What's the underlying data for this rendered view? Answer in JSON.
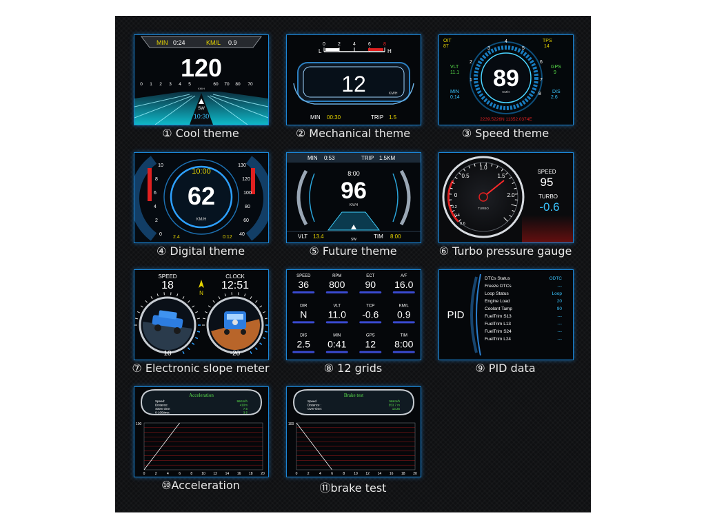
{
  "captions": [
    "① Cool theme",
    "② Mechanical theme",
    "③ Speed theme",
    "④ Digital theme",
    "⑤ Future theme",
    "⑥ Turbo pressure gauge",
    "⑦ Electronic slope meter",
    "⑧ 12 grids",
    "⑨ PID data",
    "⑩Acceleration",
    "⑪brake test"
  ],
  "cool": {
    "min_label": "MIN",
    "min_value": "0:24",
    "kml_label": "KM/L",
    "kml_value": "0.9",
    "speed": "120",
    "scale": [
      "0",
      "1",
      "2",
      "3",
      "4",
      "5",
      "60",
      "70",
      "80",
      "70"
    ],
    "unit": "KM/H",
    "dir": "SW",
    "time": "10:30"
  },
  "mech": {
    "ticks": [
      "0",
      "2",
      "4",
      "6",
      "8"
    ],
    "L": "L",
    "H": "H",
    "speed": "12",
    "unit": "KM/H",
    "min_label": "MIN",
    "min_value": "00:30",
    "trip_label": "TRIP",
    "trip_value": "1.5"
  },
  "speedtheme": {
    "oit_label": "OIT",
    "oit_value": "87",
    "tps_label": "TPS",
    "tps_value": "14",
    "vlt_label": "VLT",
    "vlt_value": "11.1",
    "gps_label": "GPS",
    "gps_value": "9",
    "min_label": "MIN",
    "min_value": "0:14",
    "dis_label": "DIS",
    "dis_value": "2.6",
    "speed": "89",
    "unit": "KM/H",
    "coords": "2239.5226N  11352.0374E",
    "ring": [
      "3",
      "4",
      "5",
      "6",
      "2",
      "7",
      "1",
      "8"
    ]
  },
  "digital": {
    "time": "10:00",
    "speed": "62",
    "unit": "KM/H",
    "left_scale": [
      "10",
      "8",
      "6",
      "4",
      "2",
      "0"
    ],
    "right_scale": [
      "130",
      "120",
      "100",
      "80",
      "60",
      "40"
    ],
    "bottom_left": "2.4",
    "bottom_right": "0:12"
  },
  "future": {
    "min_label": "MIN",
    "min_value": "0:53",
    "trip_label": "TRIP",
    "trip_value": "1.5KM",
    "time": "8:00",
    "speed": "96",
    "unit": "KM/H",
    "vlt_label": "VLT",
    "vlt_value": "13.4",
    "tim_label": "TIM",
    "tim_value": "8:00",
    "dir": "SW"
  },
  "turbo": {
    "scale": [
      "1.0",
      "0.5",
      "1.5",
      "2.0",
      "0",
      "0.2",
      "0.4",
      "0.6"
    ],
    "gauge_label": "TURBO",
    "speed_label": "SPEED",
    "speed_value": "95",
    "turbo_label": "TURBO",
    "turbo_value": "-0.6"
  },
  "slope": {
    "speed_label": "SPEED",
    "speed_value": "18",
    "clock_label": "CLOCK",
    "clock_value": "12:51",
    "compass": "N",
    "left_angle": "10",
    "right_angle": "-20"
  },
  "grids": [
    {
      "label": "SPEED",
      "value": "36"
    },
    {
      "label": "RPM",
      "value": "800"
    },
    {
      "label": "ECT",
      "value": "90"
    },
    {
      "label": "A/F",
      "value": "16.0"
    },
    {
      "label": "DIR",
      "value": "N"
    },
    {
      "label": "VLT",
      "value": "11.0"
    },
    {
      "label": "TCP",
      "value": "-0.6"
    },
    {
      "label": "KM/L",
      "value": "0.9"
    },
    {
      "label": "DIS",
      "value": "2.5"
    },
    {
      "label": "MIN",
      "value": "0:41"
    },
    {
      "label": "GPS",
      "value": "12"
    },
    {
      "label": "TIM",
      "value": "8:00"
    }
  ],
  "pid": {
    "title": "PID",
    "rows": [
      {
        "name": "DTCs Status",
        "value": "ODTC"
      },
      {
        "name": "Freeze DTCs",
        "value": "---"
      },
      {
        "name": "Loop Status",
        "value": "Loop"
      },
      {
        "name": "Engine Load",
        "value": "20"
      },
      {
        "name": "Coolant Tamp",
        "value": "90"
      },
      {
        "name": "FuelTrim S13",
        "value": "---"
      },
      {
        "name": "FuelTrim L13",
        "value": "---"
      },
      {
        "name": "FuelTrim S24",
        "value": "---"
      },
      {
        "name": "FuelTrim L24",
        "value": "---"
      }
    ]
  },
  "accel": {
    "title": "Acceleration",
    "rows": [
      {
        "name": "Speed:",
        "value": "96Km/h"
      },
      {
        "name": "Distance:",
        "value": "410m"
      },
      {
        "name": "400m time:",
        "value": "7.5"
      },
      {
        "name": "0-100time:",
        "value": "3.5"
      }
    ],
    "ymax": "100",
    "xticks": [
      "0",
      "2",
      "4",
      "6",
      "8",
      "10",
      "12",
      "14",
      "16",
      "18",
      "20"
    ]
  },
  "brake": {
    "title": "Brake test",
    "rows": [
      {
        "name": "Speed",
        "value": "56Km/h"
      },
      {
        "name": "Distance :",
        "value": "553.7 m"
      },
      {
        "name": "Over-time:",
        "value": "13.25"
      }
    ],
    "ymax": "100",
    "xticks": [
      "0",
      "2",
      "4",
      "6",
      "8",
      "10",
      "12",
      "14",
      "16",
      "18",
      "20"
    ]
  },
  "colors": {
    "frame": "#1b86d6",
    "yellow": "#e6d400",
    "green": "#59e04a",
    "cyan": "#39c4ff",
    "red": "#e02020"
  }
}
